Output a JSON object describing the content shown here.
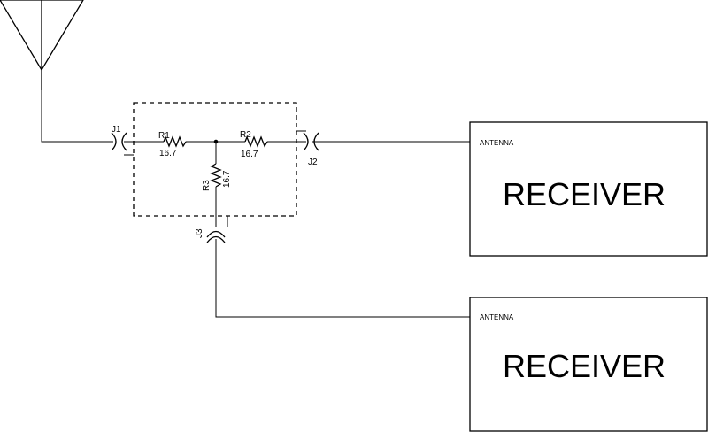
{
  "components": {
    "j1": {
      "ref": "J1"
    },
    "j2": {
      "ref": "J2"
    },
    "j3": {
      "ref": "J3"
    },
    "r1": {
      "ref": "R1",
      "value": "16.7"
    },
    "r2": {
      "ref": "R2",
      "value": "16.7"
    },
    "r3": {
      "ref": "R3",
      "value": "16.7"
    }
  },
  "receivers": [
    {
      "title": "RECEIVER",
      "port_label": "ANTENNA"
    },
    {
      "title": "RECEIVER",
      "port_label": "ANTENNA"
    }
  ],
  "colors": {
    "ink": "#000000",
    "background": "#ffffff"
  }
}
